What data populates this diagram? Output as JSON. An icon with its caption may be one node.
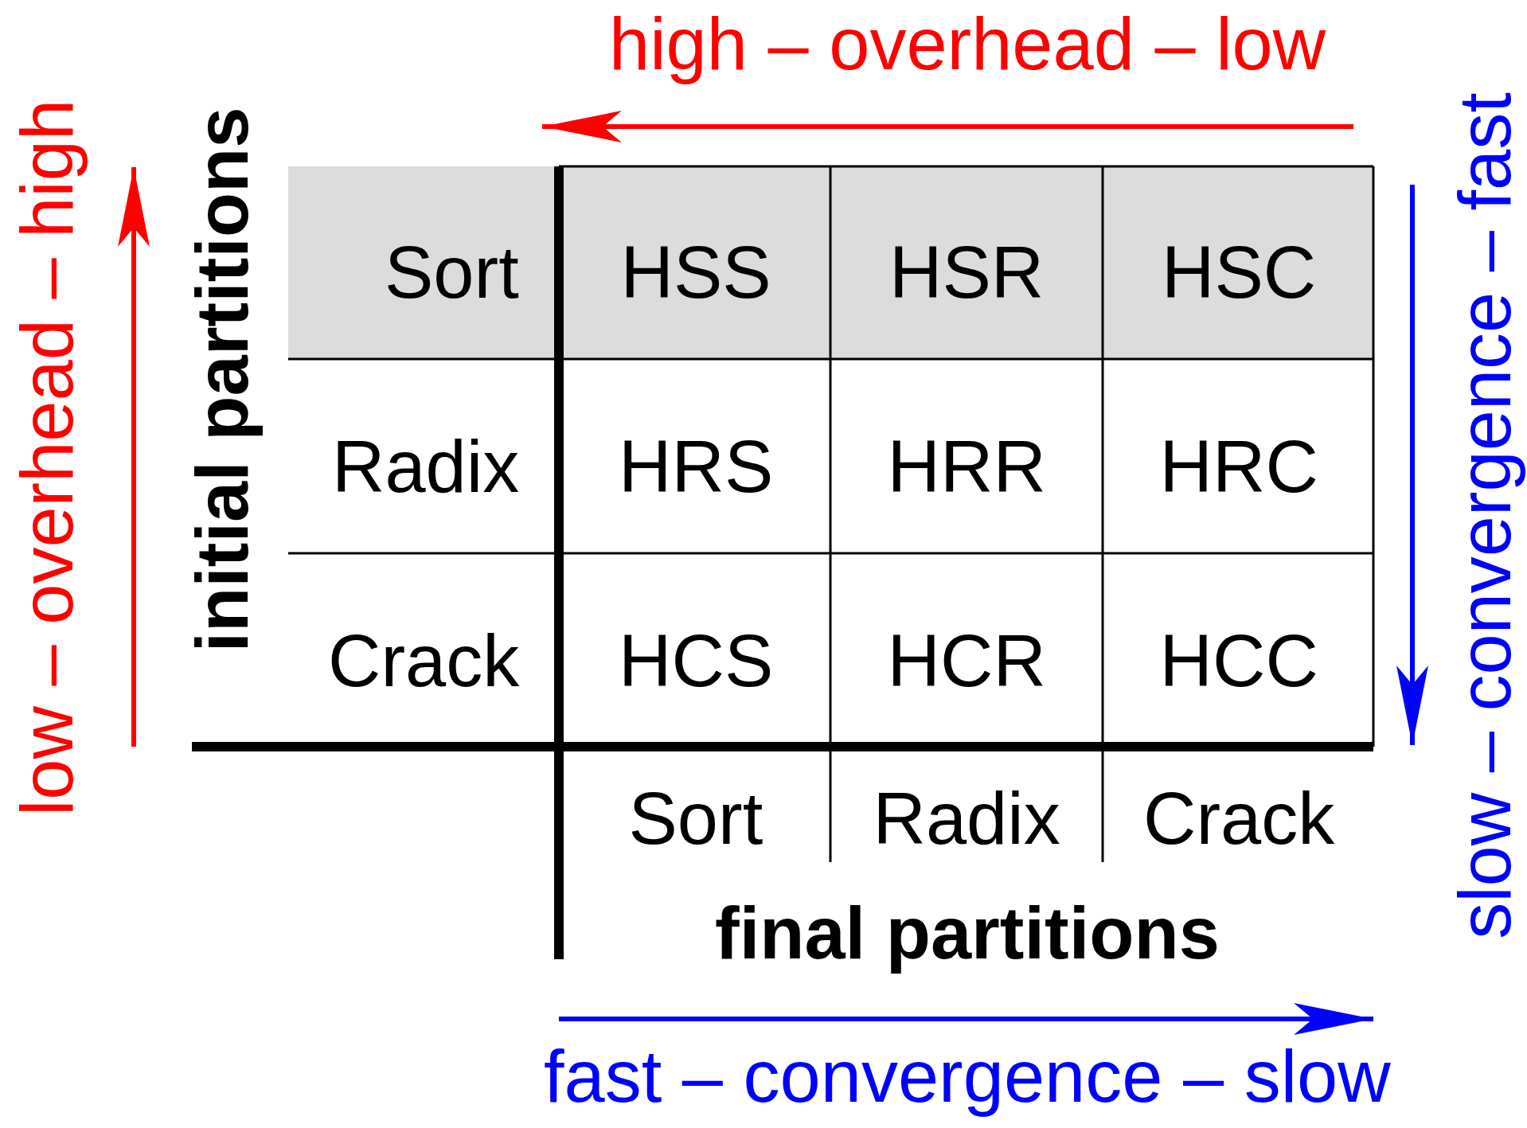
{
  "diagram": {
    "labels": [
      "high – overhead – low",
      "low – overhead – high",
      "initial partitions",
      "Sort",
      "HSS",
      "HSR",
      "HSC",
      "Radix",
      "HRS",
      "HRR",
      "HRC",
      "Crack",
      "HCS",
      "HCR",
      "HCC",
      "Sort",
      "Radix",
      "Crack",
      "final partitions",
      "slow – convergence – fast",
      "fast – convergence – slow"
    ]
  }
}
